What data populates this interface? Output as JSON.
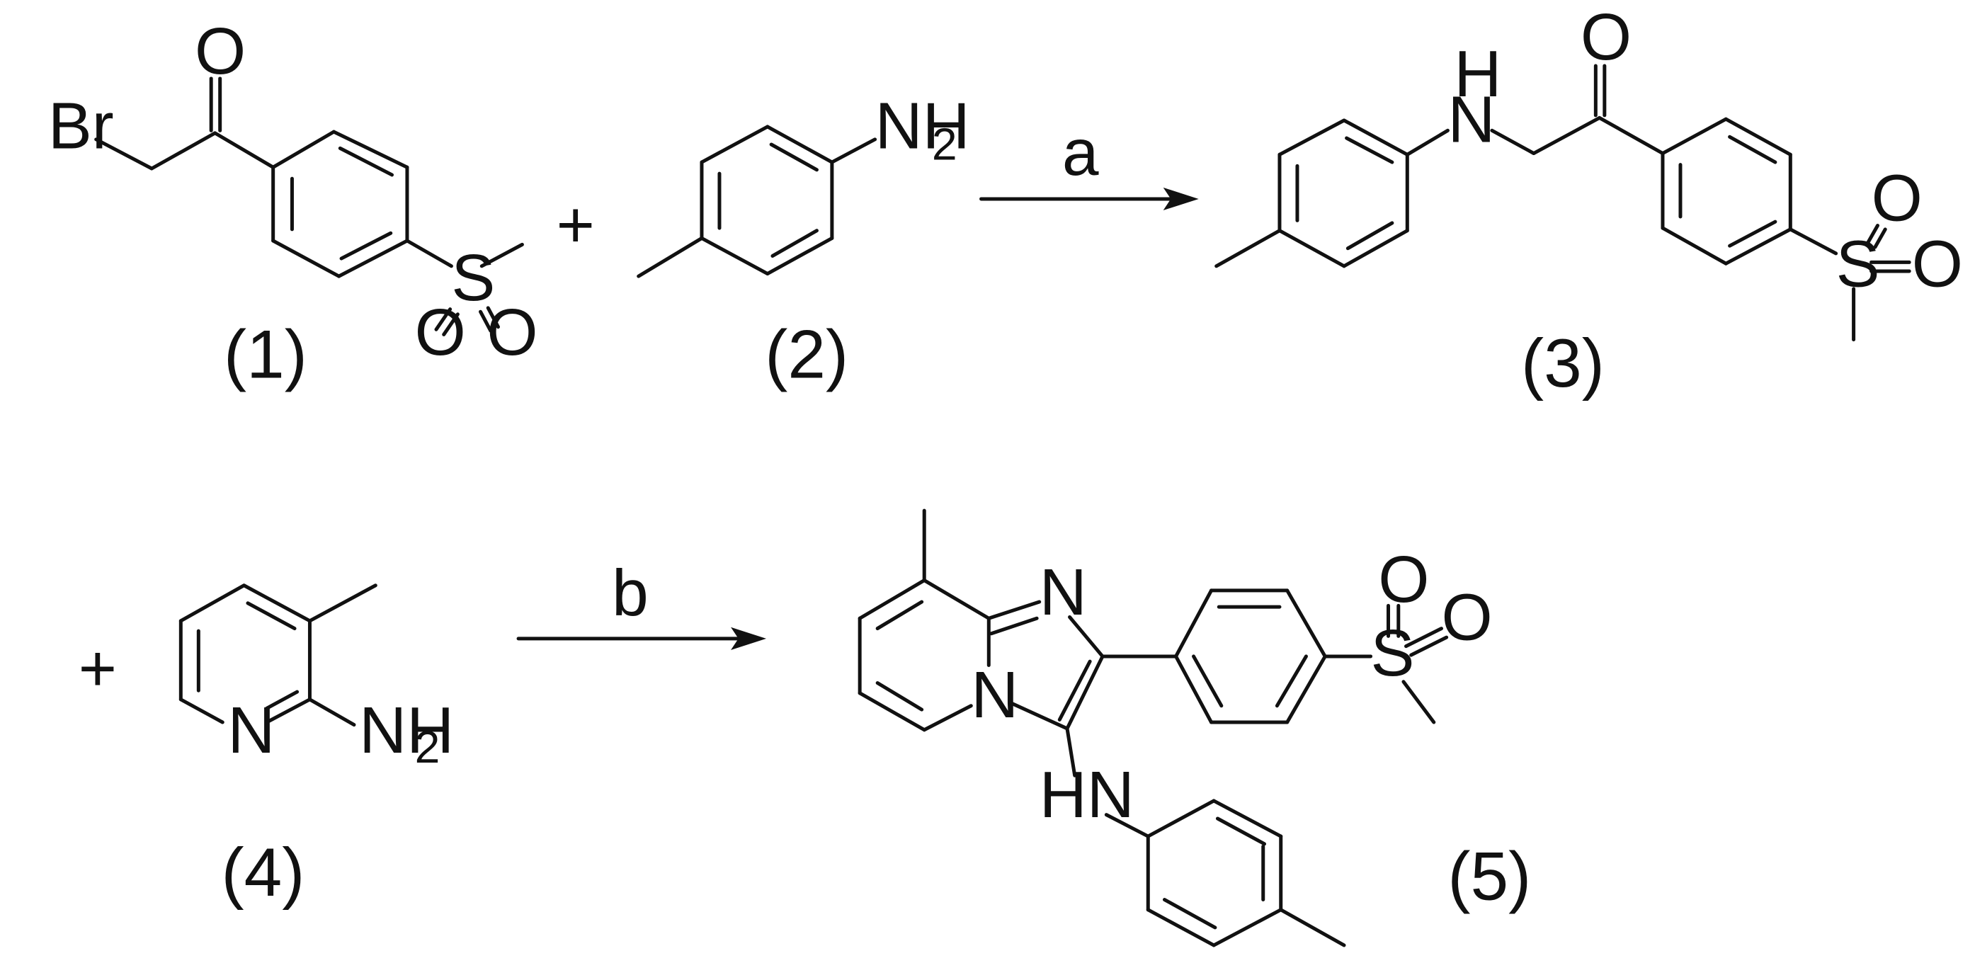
{
  "atoms": {
    "br": "Br",
    "o": "O",
    "s": "S",
    "n": "N",
    "h": "H",
    "nh": "NH",
    "hn": "HN",
    "nh2_main": "NH",
    "nh2_sub": "2"
  },
  "plus_sign": "+",
  "compound_labels": [
    "(1)",
    "(2)",
    "(3)",
    "(4)",
    "(5)"
  ],
  "steps": [
    {
      "label": "a"
    },
    {
      "label": "b"
    }
  ],
  "colors": {
    "ink": "#111111",
    "background": "#ffffff"
  }
}
